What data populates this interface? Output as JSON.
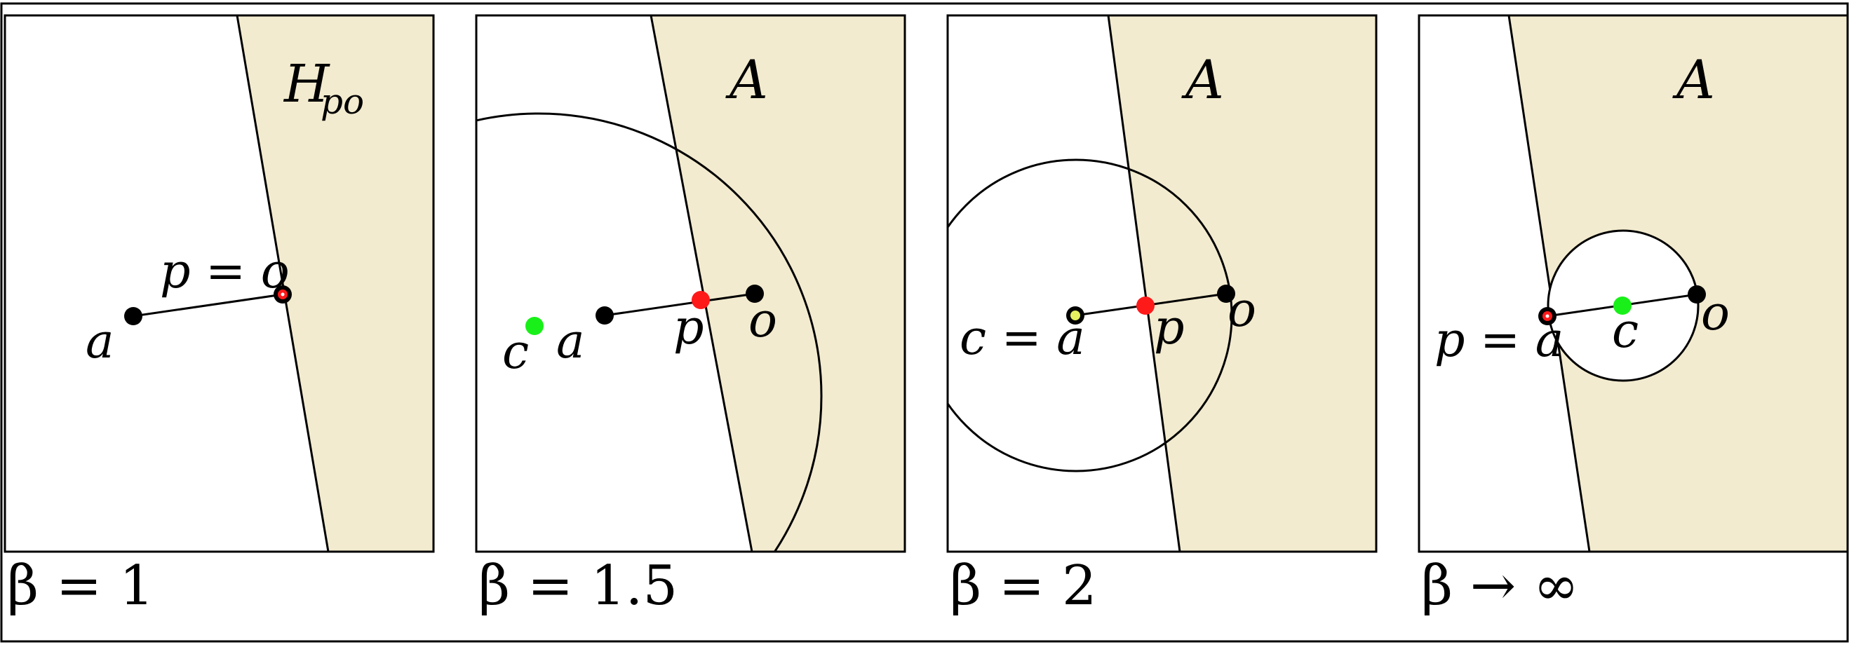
{
  "figure": {
    "panels": [
      {
        "region_label": "H",
        "region_label_sub": "po",
        "caption": "β = 1",
        "points": {
          "a": "a",
          "po": "p = o"
        }
      },
      {
        "region_label": "A",
        "caption": "β = 1.5",
        "points": {
          "c": "c",
          "a": "a",
          "p": "p",
          "o": "o"
        }
      },
      {
        "region_label": "A",
        "caption": "β = 2",
        "points": {
          "ca": "c = a",
          "p": "p",
          "o": "o"
        }
      },
      {
        "region_label": "A",
        "caption": "β → ∞",
        "points": {
          "pa": "p = a",
          "c": "c",
          "o": "o"
        }
      }
    ],
    "colors": {
      "region_fill": "#f3ebcf",
      "point_black": "#000000",
      "point_red": "#ff1a1a",
      "point_green": "#19f019",
      "point_lime": "#e6f060"
    }
  }
}
